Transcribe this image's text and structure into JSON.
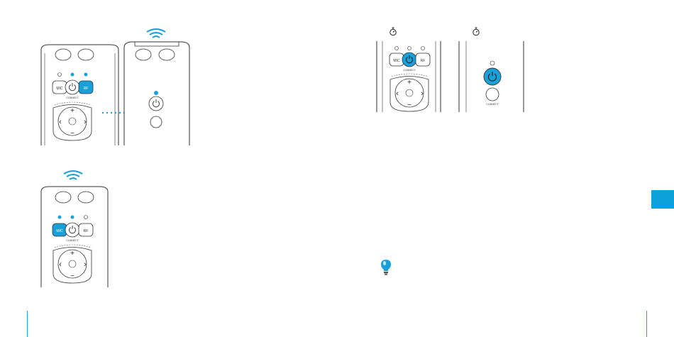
{
  "colors": {
    "accent": "#1aa0d8",
    "tab": "#0ea0dc",
    "line": "#333333"
  },
  "remote": {
    "mic_label": "MIC",
    "rf_label": "RF",
    "connect_label": "CONNECT",
    "plus": "+",
    "minus": "−",
    "left": "‹",
    "right": "›"
  },
  "figures": {
    "fig1": {
      "active": [
        "power",
        "rf"
      ],
      "leds": [
        "off",
        "on",
        "on"
      ],
      "waves": false
    },
    "fig2": {
      "active": [
        "mic"
      ],
      "leds": [
        "on",
        "on",
        "off"
      ],
      "waves": true
    },
    "fig3": {
      "active": [
        "power"
      ],
      "leds": [
        "off",
        "off",
        "off"
      ],
      "waves": false
    }
  },
  "receiver": {
    "connect_label": "CONNECT"
  },
  "icons": {
    "timer": "stopwatch-icon",
    "tip": "lightbulb-icon",
    "signal": "wireless-waves-icon",
    "power": "power-icon"
  }
}
